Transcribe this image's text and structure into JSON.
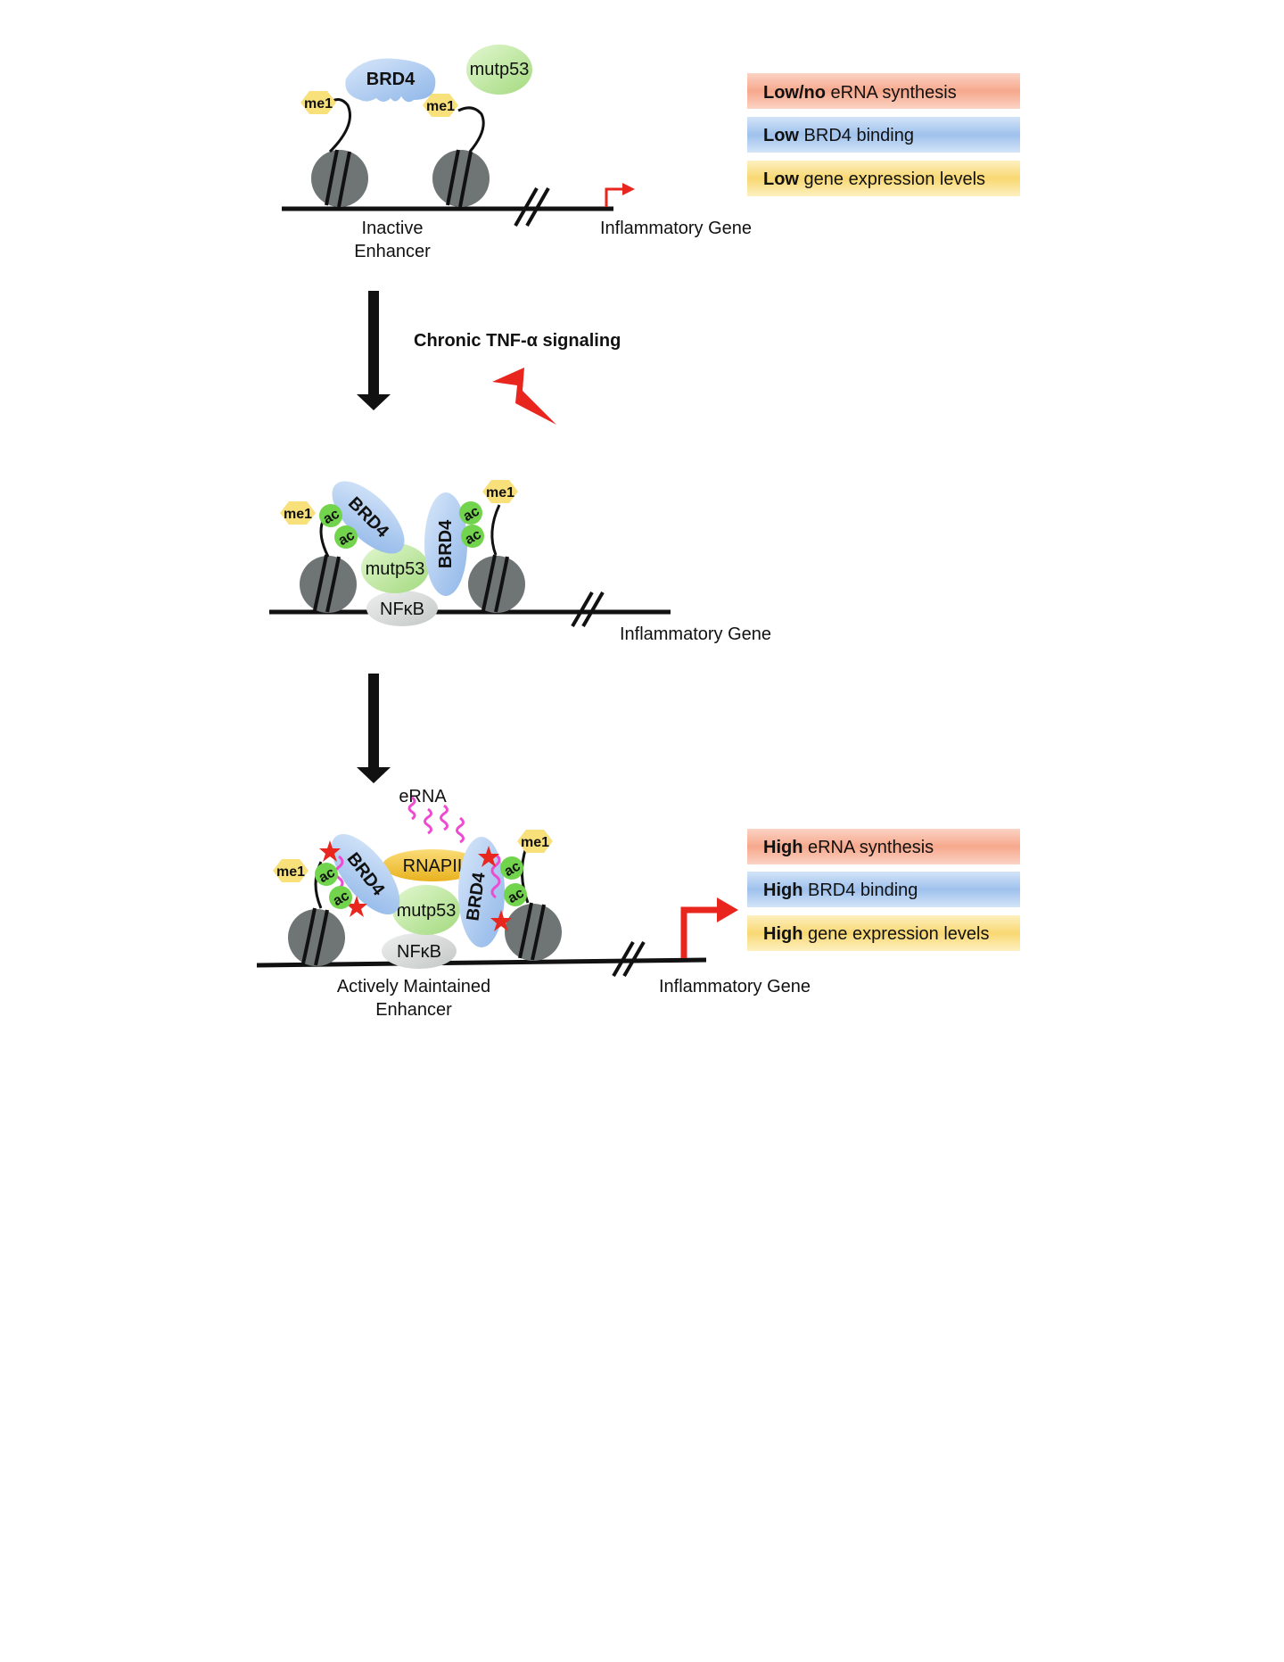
{
  "panel1": {
    "brd4": "BRD4",
    "mutp53": "mutp53",
    "me1_left": "me1",
    "me1_right": "me1",
    "enhancer_line1": "Inactive",
    "enhancer_line2": "Enhancer",
    "gene": "Inflammatory Gene",
    "legend": [
      {
        "strong": "Low/no",
        "rest": " eRNA synthesis",
        "color": "#f7b39c"
      },
      {
        "strong": "Low",
        "rest": " BRD4 binding",
        "color": "#a9c8ef"
      },
      {
        "strong": "Low",
        "rest": " gene expression levels",
        "color": "#fce08a"
      }
    ]
  },
  "transition1": {
    "label": "Chronic TNF-α signaling"
  },
  "panel2": {
    "me1_left": "me1",
    "me1_right": "me1",
    "ac1": "ac",
    "ac2": "ac",
    "ac3": "ac",
    "ac4": "ac",
    "brd4_left": "BRD4",
    "brd4_right": "BRD4",
    "mutp53": "mutp53",
    "nfkb": "NFκB",
    "gene": "Inflammatory Gene"
  },
  "panel3": {
    "erna": "eRNA",
    "rnapii": "RNAPII",
    "me1_left": "me1",
    "me1_right": "me1",
    "ac1": "ac",
    "ac2": "ac",
    "ac3": "ac",
    "ac4": "ac",
    "brd4_left": "BRD4",
    "brd4_right": "BRD4",
    "mutp53": "mutp53",
    "nfkb": "NFκB",
    "enhancer_line1": "Actively Maintained",
    "enhancer_line2": "Enhancer",
    "gene": "Inflammatory Gene",
    "legend": [
      {
        "strong": "High",
        "rest": " eRNA synthesis",
        "color": "#f7b39c"
      },
      {
        "strong": "High",
        "rest": " BRD4 binding",
        "color": "#a9c8ef"
      },
      {
        "strong": "High",
        "rest": " gene expression levels",
        "color": "#fce08a"
      }
    ]
  },
  "colors": {
    "dna": "#111111",
    "nucleosome": "#6f7574",
    "brd4": "#a9c8ef",
    "mutp53": "#b9e59a",
    "me1": "#f8e07a",
    "ac": "#72d44d",
    "nfkb": "#d6d9d8",
    "rnapii": "#f2c43a",
    "erna": "#ee4bd2",
    "arrow_red": "#e8261e",
    "arrow_black": "#111111"
  }
}
